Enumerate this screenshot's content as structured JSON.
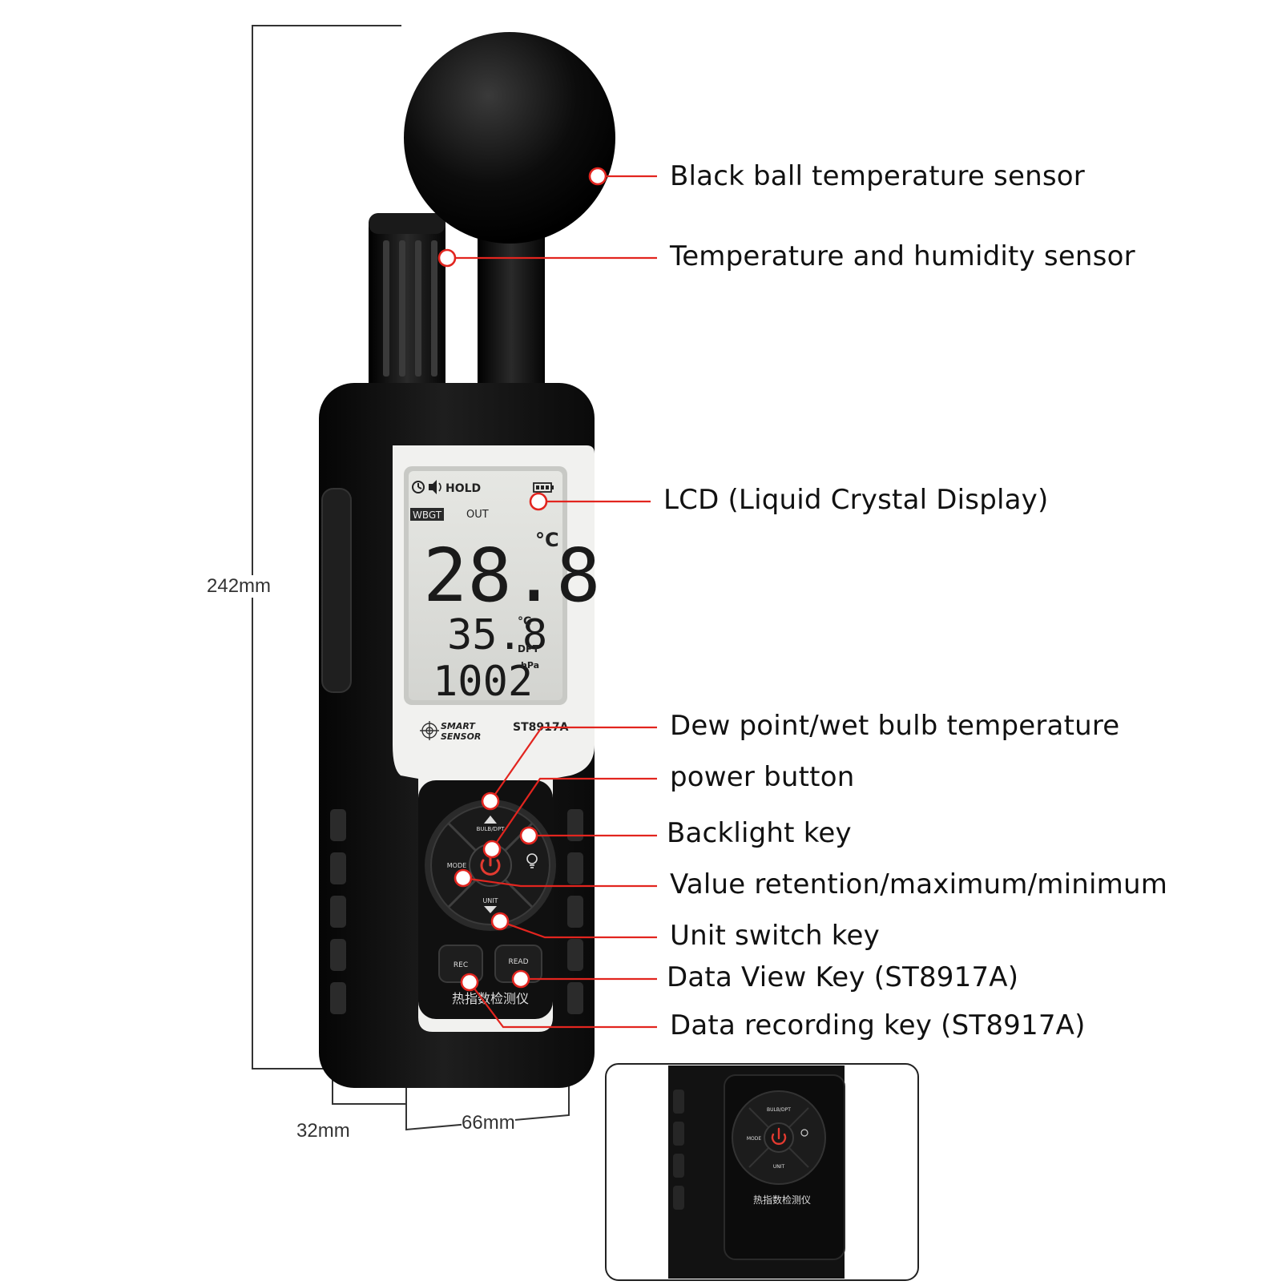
{
  "dimensions": {
    "height": "242mm",
    "depth": "32mm",
    "width": "66mm"
  },
  "callouts": [
    {
      "id": "black-ball",
      "label": "Black ball temperature sensor"
    },
    {
      "id": "temp-humidity",
      "label": "Temperature and humidity sensor"
    },
    {
      "id": "lcd",
      "label": "LCD (Liquid Crystal Display)"
    },
    {
      "id": "dew-point",
      "label": "Dew point/wet bulb temperature"
    },
    {
      "id": "power",
      "label": "power button"
    },
    {
      "id": "backlight",
      "label": "Backlight key"
    },
    {
      "id": "value-retention",
      "label": "Value retention/maximum/minimum"
    },
    {
      "id": "unit-switch",
      "label": "Unit switch key"
    },
    {
      "id": "data-view",
      "label": "Data View Key (ST8917A)"
    },
    {
      "id": "data-record",
      "label": "Data recording key (ST8917A)"
    }
  ],
  "lcd": {
    "hold": "HOLD",
    "mode": "WBGT",
    "location": "OUT",
    "main_value": "28.8",
    "main_unit": "°C",
    "second_value": "35.8",
    "second_unit": "°C",
    "second_tag": "DPT",
    "third_value": "1002",
    "third_unit": "hPa"
  },
  "brand": {
    "line1": "SMART",
    "line2": "SENSOR",
    "model": "ST8917A"
  },
  "keys": {
    "up": "BULB/DPT",
    "mode": "MODE",
    "unit": "UNIT",
    "rec": "REC",
    "read": "READ"
  },
  "device_name": "热指数检测仪",
  "colors": {
    "callout_line": "#e2251f",
    "device_body": "#141414",
    "lcd_bg": "#dedfdb",
    "power_icon": "#e23a30"
  }
}
